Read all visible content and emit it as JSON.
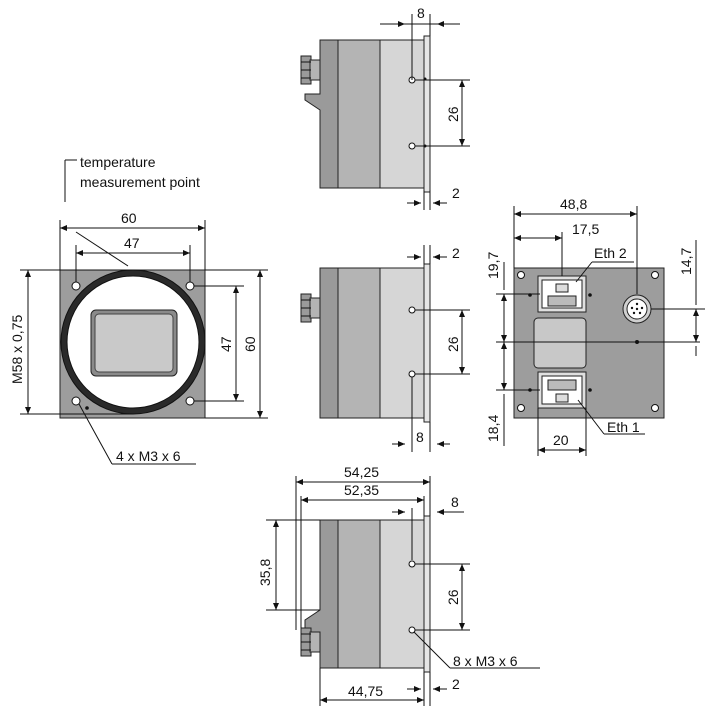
{
  "front_view": {
    "label_temperature": "temperature",
    "label_measurement": "measurement point",
    "dim_width": "60",
    "dim_hole_spacing_h": "47",
    "dim_hole_spacing_v": "47",
    "dim_height": "60",
    "dim_thread": "M58 x 0,75",
    "label_holes": "4 x M3 x 6"
  },
  "top_view": {
    "dim_8": "8",
    "dim_26": "26",
    "dim_2": "2"
  },
  "side_view": {
    "dim_2": "2",
    "dim_26": "26",
    "dim_8": "8"
  },
  "bottom_view": {
    "dim_54_25": "54,25",
    "dim_52_35": "52,35",
    "dim_8": "8",
    "dim_35_8": "35,8",
    "dim_26": "26",
    "label_holes": "8 x M3 x 6",
    "dim_44_75": "44,75",
    "dim_2": "2"
  },
  "rear_view": {
    "dim_48_8": "48,8",
    "dim_17_5": "17,5",
    "label_eth2": "Eth 2",
    "dim_19_7": "19,7",
    "dim_14_7": "14,7",
    "dim_18_4": "18,4",
    "dim_20": "20",
    "label_eth1": "Eth 1"
  }
}
